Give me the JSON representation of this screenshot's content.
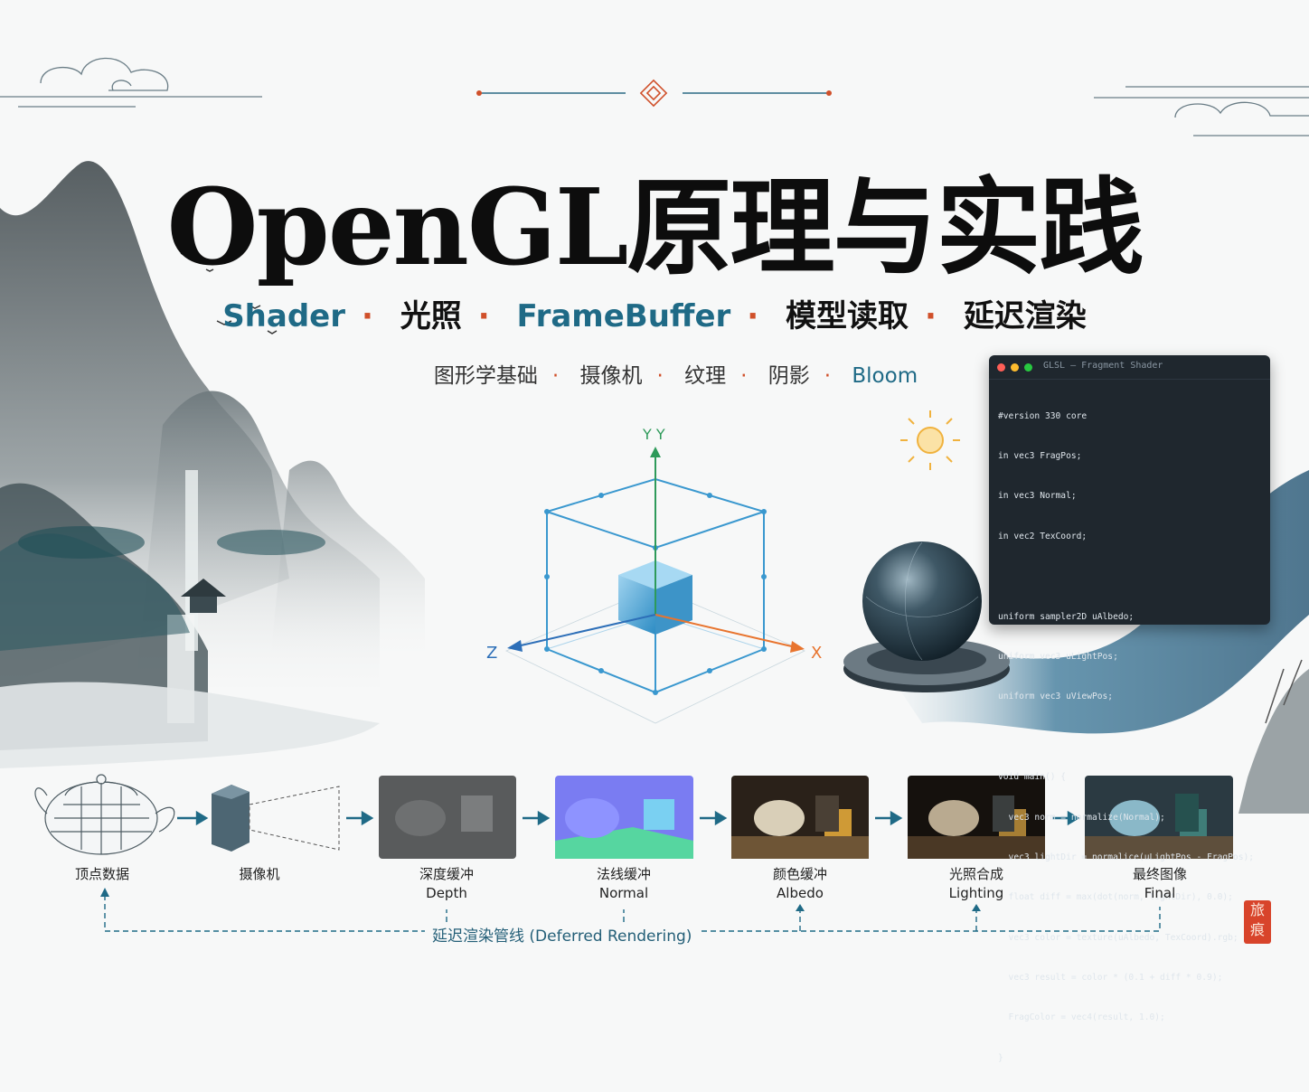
{
  "title": "OpenGL原理与实践",
  "subtitle": {
    "items": [
      {
        "text": "Shader",
        "color": "#1f6a86"
      },
      {
        "text": "光照",
        "color": "#111111"
      },
      {
        "text": "FrameBuffer",
        "color": "#1f6a86"
      },
      {
        "text": "模型读取",
        "color": "#111111"
      },
      {
        "text": "延迟渲染",
        "color": "#111111"
      }
    ],
    "separator": "·"
  },
  "tagline": {
    "items": [
      {
        "text": "图形学基础",
        "color": "#333333"
      },
      {
        "text": "摄像机",
        "color": "#333333"
      },
      {
        "text": "纹理",
        "color": "#333333"
      },
      {
        "text": "阴影",
        "color": "#333333"
      },
      {
        "text": "Bloom",
        "color": "#1f6a86"
      }
    ],
    "separator": "·"
  },
  "axes": {
    "y": "Y Y",
    "x": "X",
    "z": "Z"
  },
  "code_window": {
    "title": "GLSL — Fragment Shader",
    "lines": [
      "#version 330 core",
      "in vec3 FragPos;",
      "in vec3 Normal;",
      "in vec2 TexCoord;",
      "",
      "uniform sampler2D uAlbedo;",
      "uniform vec3 uLightPos;",
      "uniform vec3 uViewPos;",
      "",
      "void main() {",
      "  vec3 norm = normalize(Normal);",
      "  vec3 lightDir = normalice(uLightPos - FragPos);",
      "  float diff = max(dot(norm, lightDir), 0.0);",
      "  vec3 color = texture(uAlbedo, TexCoord).rgb;",
      "  vec3 result = color * (0.1 + diff * 0.9);",
      "  FragColor = vec4(result, 1.0);",
      "}"
    ]
  },
  "pipeline": {
    "stages": [
      {
        "label": "顶点数据",
        "sub": ""
      },
      {
        "label": "摄像机",
        "sub": ""
      },
      {
        "label": "深度缓冲",
        "sub": "Depth"
      },
      {
        "label": "法线缓冲",
        "sub": "Normal"
      },
      {
        "label": "颜色缓冲",
        "sub": "Albedo"
      },
      {
        "label": "光照合成",
        "sub": "Lighting"
      },
      {
        "label": "最终图像",
        "sub": "Final"
      }
    ],
    "caption": "延迟渲染管线 (Deferred Rendering)"
  },
  "seal_text": "旅痕",
  "colors": {
    "accent_teal": "#1f6a86",
    "accent_orange": "#d0502a",
    "code_bg": "#1f272e"
  }
}
